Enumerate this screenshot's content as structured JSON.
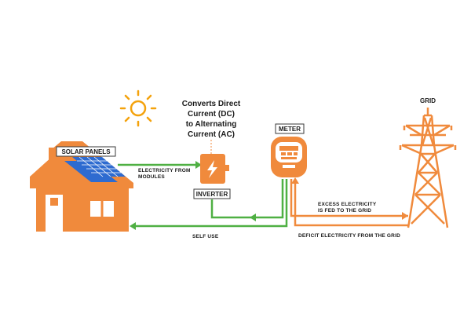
{
  "colors": {
    "orange": "#F08A3C",
    "green": "#4FB043",
    "panel_blue": "#2E6BD0",
    "sun": "#F4A20C",
    "dark": "#3a3a3a"
  },
  "icons": [
    "sun-icon",
    "house-icon",
    "solar-panel-icon",
    "inverter-icon",
    "lightning-bolt-icon",
    "electric-meter-icon",
    "transmission-tower-icon"
  ],
  "labels": {
    "solar_panels": "SOLAR PANELS",
    "inverter": "INVERTER",
    "meter": "METER",
    "grid": "GRID",
    "electricity_from_modules": [
      "ELECTRICITY FROM",
      "MODULES"
    ],
    "inverter_note": [
      "Converts Direct",
      "Current (DC)",
      "to Alternating",
      "Current (AC)"
    ],
    "self_use": "SELF USE",
    "excess": [
      "EXCESS ELECTRICITY",
      "IS FED TO THE GRID"
    ],
    "deficit": "DEFICIT ELECTRICITY FROM THE GRID"
  }
}
